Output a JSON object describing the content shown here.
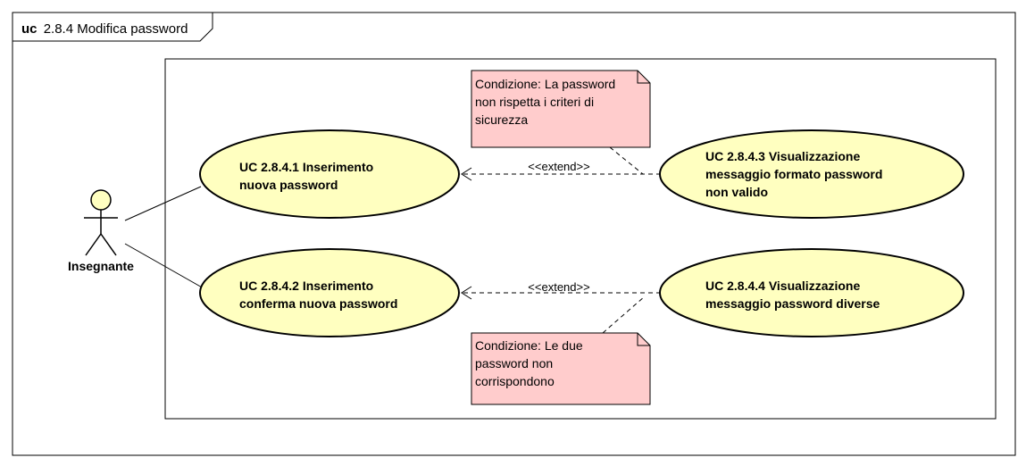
{
  "frame": {
    "keyword": "uc",
    "title": "2.8.4 Modifica password"
  },
  "actor": {
    "name": "Insegnante"
  },
  "use_cases": {
    "uc1": [
      "UC 2.8.4.1  Inserimento",
      "nuova password"
    ],
    "uc2": [
      "UC 2.8.4.2  Inserimento",
      "conferma nuova password"
    ],
    "uc3": [
      "UC 2.8.4.3 Visualizzazione",
      "messaggio formato password",
      "non valido"
    ],
    "uc4": [
      "UC 2.8.4.4 Visualizzazione",
      "messaggio password diverse"
    ]
  },
  "relations": {
    "extend_top": "<<extend>>",
    "extend_bottom": "<<extend>>"
  },
  "notes": {
    "top": [
      "Condizione: La password",
      "non rispetta i criteri di",
      "sicurezza"
    ],
    "bottom": [
      "Condizione: Le due",
      "password non",
      "corrispondono"
    ]
  },
  "colors": {
    "use_case_fill": "#FFFFC0",
    "note_fill": "#FFCCCC",
    "actor_head_fill": "#FFFFC0",
    "line": "#000000"
  }
}
